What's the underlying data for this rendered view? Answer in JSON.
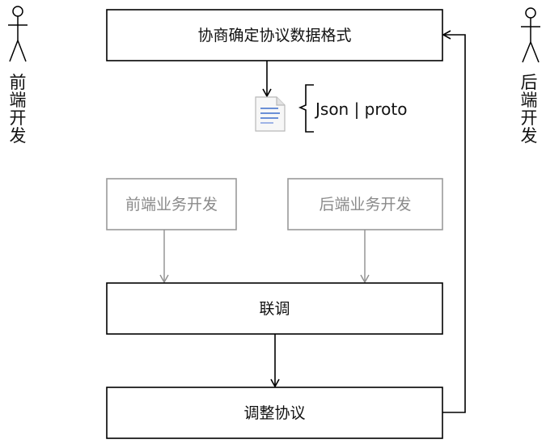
{
  "actors": {
    "frontend": [
      "前",
      "端",
      "开",
      "发"
    ],
    "backend": [
      "后",
      "端",
      "开",
      "发"
    ]
  },
  "steps": {
    "negotiate": "协商确定协议数据格式",
    "frontend_dev": "前端业务开发",
    "backend_dev": "后端业务开发",
    "integrate": "联调",
    "adjust": "调整协议"
  },
  "format": {
    "label": "Json | proto",
    "icon": "document-icon"
  },
  "colors": {
    "primary": "#000000",
    "muted": "#9a9a9a",
    "icon_blue": "#6b8fd6"
  }
}
